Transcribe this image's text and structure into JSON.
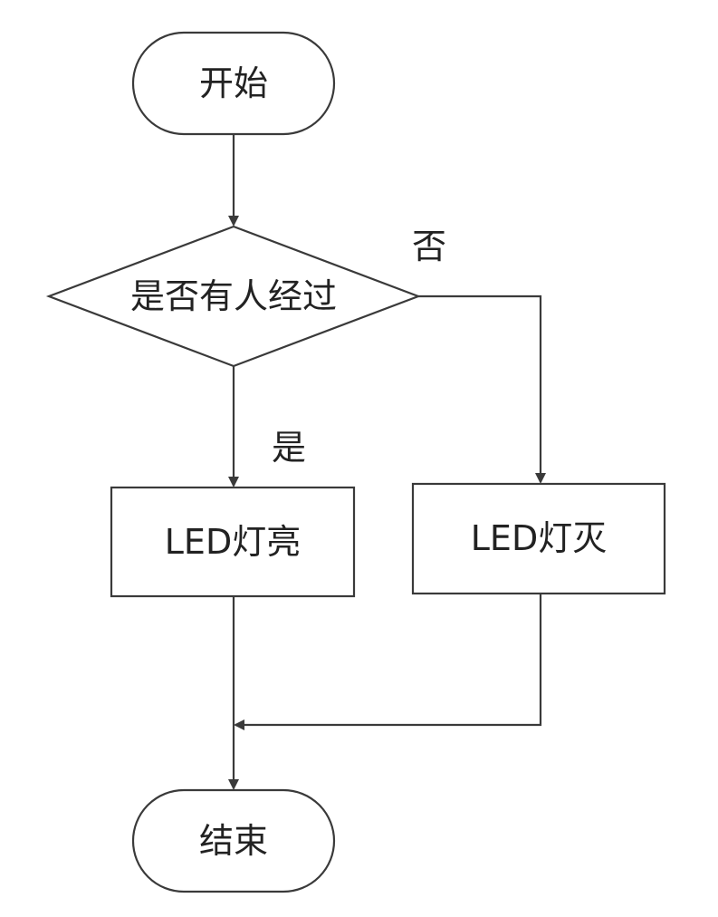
{
  "nodes": {
    "start": {
      "label": "开始"
    },
    "decision": {
      "label": "是否有人经过"
    },
    "led_on": {
      "label": "LED灯亮"
    },
    "led_off": {
      "label": "LED灯灭"
    },
    "end": {
      "label": "结束"
    }
  },
  "branches": {
    "yes": "是",
    "no": "否"
  }
}
